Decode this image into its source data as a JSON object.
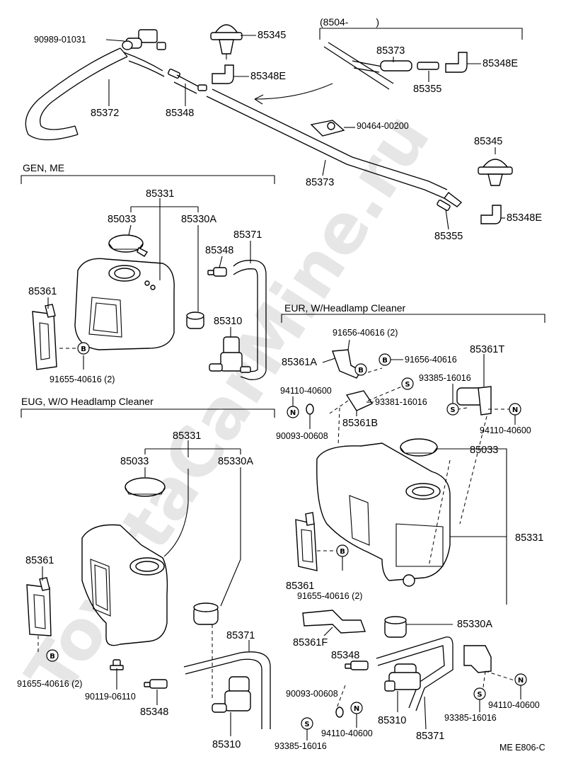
{
  "watermark": "ToyotaCarMine.ru",
  "sections": {
    "gen_me": "GEN, ME",
    "eug": "EUG, W/O Headlamp Cleaner",
    "eur": "EUR, W/Headlamp Cleaner",
    "date_code": "(8504-          )"
  },
  "diagram_code": "ME E806-C",
  "labels": {
    "p90989": "90989-01031",
    "p85345_top": "85345",
    "p85372": "85372",
    "p85348_top": "85348",
    "p85348E_top": "85348E",
    "p85373_box": "85373",
    "p85348E_box": "85348E",
    "p85355_box": "85355",
    "p90464": "90464-00200",
    "p85373_mid": "85373",
    "p85345_right": "85345",
    "p85348E_right": "85348E",
    "p85355_right": "85355",
    "g_85331": "85331",
    "g_85033": "85033",
    "g_85330A": "85330A",
    "g_85371": "85371",
    "g_85348": "85348",
    "g_85361": "85361",
    "g_85310": "85310",
    "g_91655": "91655-40616 (2)",
    "e_85331": "85331",
    "e_85033": "85033",
    "e_85330A": "85330A",
    "e_85361": "85361",
    "e_85371": "85371",
    "e_91655": "91655-40616 (2)",
    "e_90119": "90119-06110",
    "e_85348": "85348",
    "e_85310": "85310",
    "r_91656_2": "91656-40616 (2)",
    "r_85361A": "85361A",
    "r_91656": "91656-40616",
    "r_85361T": "85361T",
    "r_93385_a": "93385-16016",
    "r_94110_a": "94110-40600",
    "r_93381": "93381-16016",
    "r_90093_a": "90093-00608",
    "r_85361B": "85361B",
    "r_94110_b": "94110-40600",
    "r_85033": "85033",
    "r_85331": "85331",
    "r_85361": "85361",
    "r_91655": "91655-40616 (2)",
    "r_85330A": "85330A",
    "r_85361F": "85361F",
    "r_85348": "85348",
    "r_90093_b": "90093-00608",
    "r_85310": "85310",
    "r_94110_c": "94110-40600",
    "r_85371": "85371",
    "r_93385_b": "93385-16016",
    "r_94110_d": "94110-40600"
  },
  "badges": {
    "B": "B",
    "S": "S",
    "N": "N"
  },
  "icons": [
    "bolt-badge-icon",
    "screw-badge-icon",
    "nut-badge-icon",
    "washer-icon",
    "arrow-icon"
  ]
}
